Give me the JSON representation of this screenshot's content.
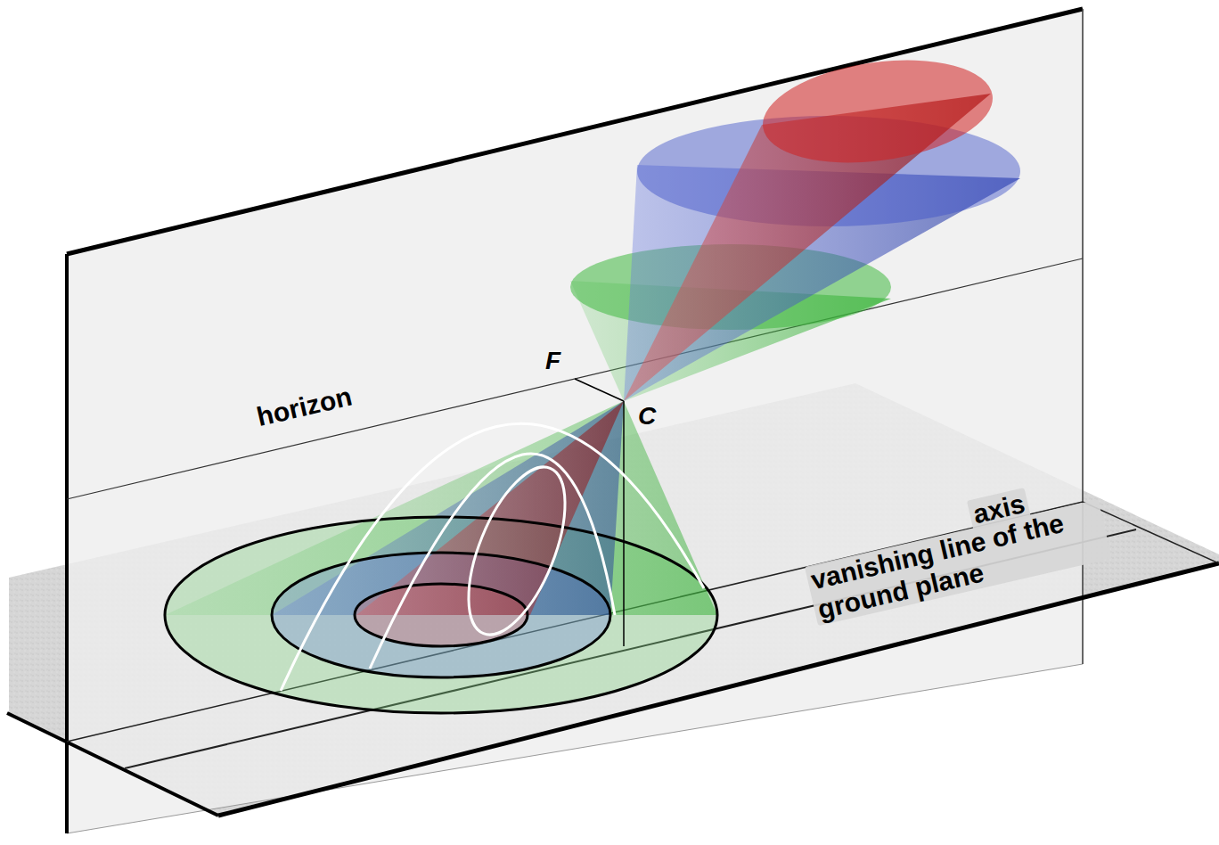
{
  "diagram": {
    "labels": [
      "horizon",
      "F",
      "C",
      "axis",
      "vanishing line of the ground plane"
    ]
  }
}
